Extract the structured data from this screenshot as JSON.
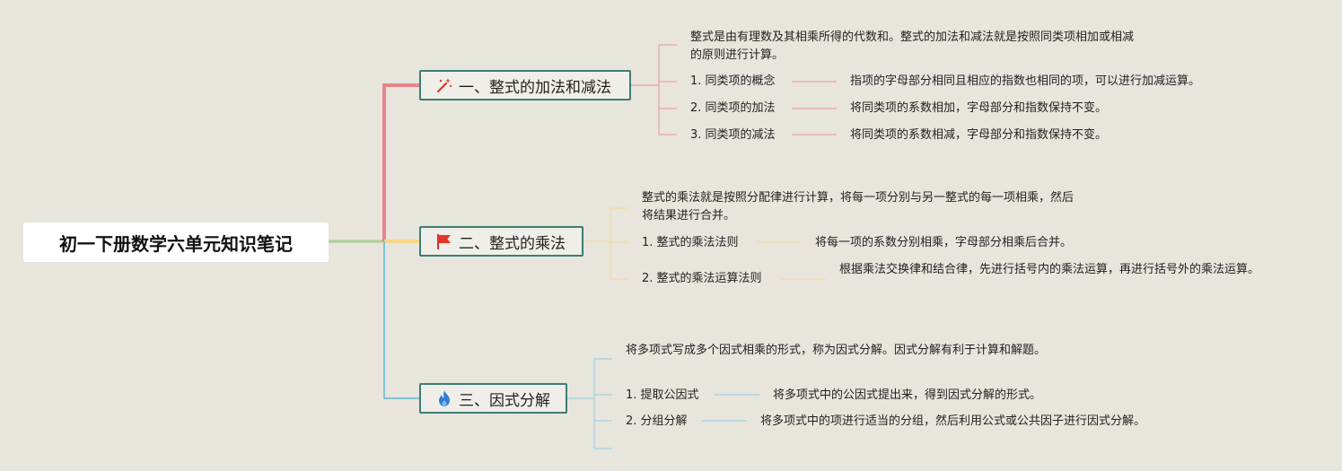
{
  "root": {
    "title": "初一下册数学六单元知识笔记"
  },
  "colors": {
    "branch1": "#e8838a",
    "branch2": "#f7d88a",
    "branch3": "#7fc3d6",
    "root_link": "#a8cf96",
    "node_border": "#3d7d74"
  },
  "branches": [
    {
      "title": "一、整式的加法和减法",
      "icon": "wand-icon",
      "intro": "整式是由有理数及其相乘所得的代数和。整式的加法和减法就是按照同类项相加或相减的原则进行计算。",
      "items": [
        {
          "label": "1. 同类项的概念",
          "detail": "指项的字母部分相同且相应的指数也相同的项，可以进行加减运算。"
        },
        {
          "label": "2. 同类项的加法",
          "detail": "将同类项的系数相加，字母部分和指数保持不变。"
        },
        {
          "label": "3. 同类项的减法",
          "detail": "将同类项的系数相减，字母部分和指数保持不变。"
        }
      ]
    },
    {
      "title": "二、整式的乘法",
      "icon": "flag-icon",
      "intro": "整式的乘法就是按照分配律进行计算，将每一项分别与另一整式的每一项相乘，然后将结果进行合并。",
      "items": [
        {
          "label": "1. 整式的乘法法则",
          "detail": "将每一项的系数分别相乘，字母部分相乘后合并。"
        },
        {
          "label": "2. 整式的乘法运算法则",
          "detail": "根据乘法交换律和结合律，先进行括号内的乘法运算，再进行括号外的乘法运算。"
        }
      ]
    },
    {
      "title": "三、因式分解",
      "icon": "fire-icon",
      "intro": "将多项式写成多个因式相乘的形式，称为因式分解。因式分解有利于计算和解题。",
      "items": [
        {
          "label": "1. 提取公因式",
          "detail": "将多项式中的公因式提出来，得到因式分解的形式。"
        },
        {
          "label": "2. 分组分解",
          "detail": "将多项式中的项进行适当的分组，然后利用公式或公共因子进行因式分解。"
        }
      ]
    }
  ]
}
